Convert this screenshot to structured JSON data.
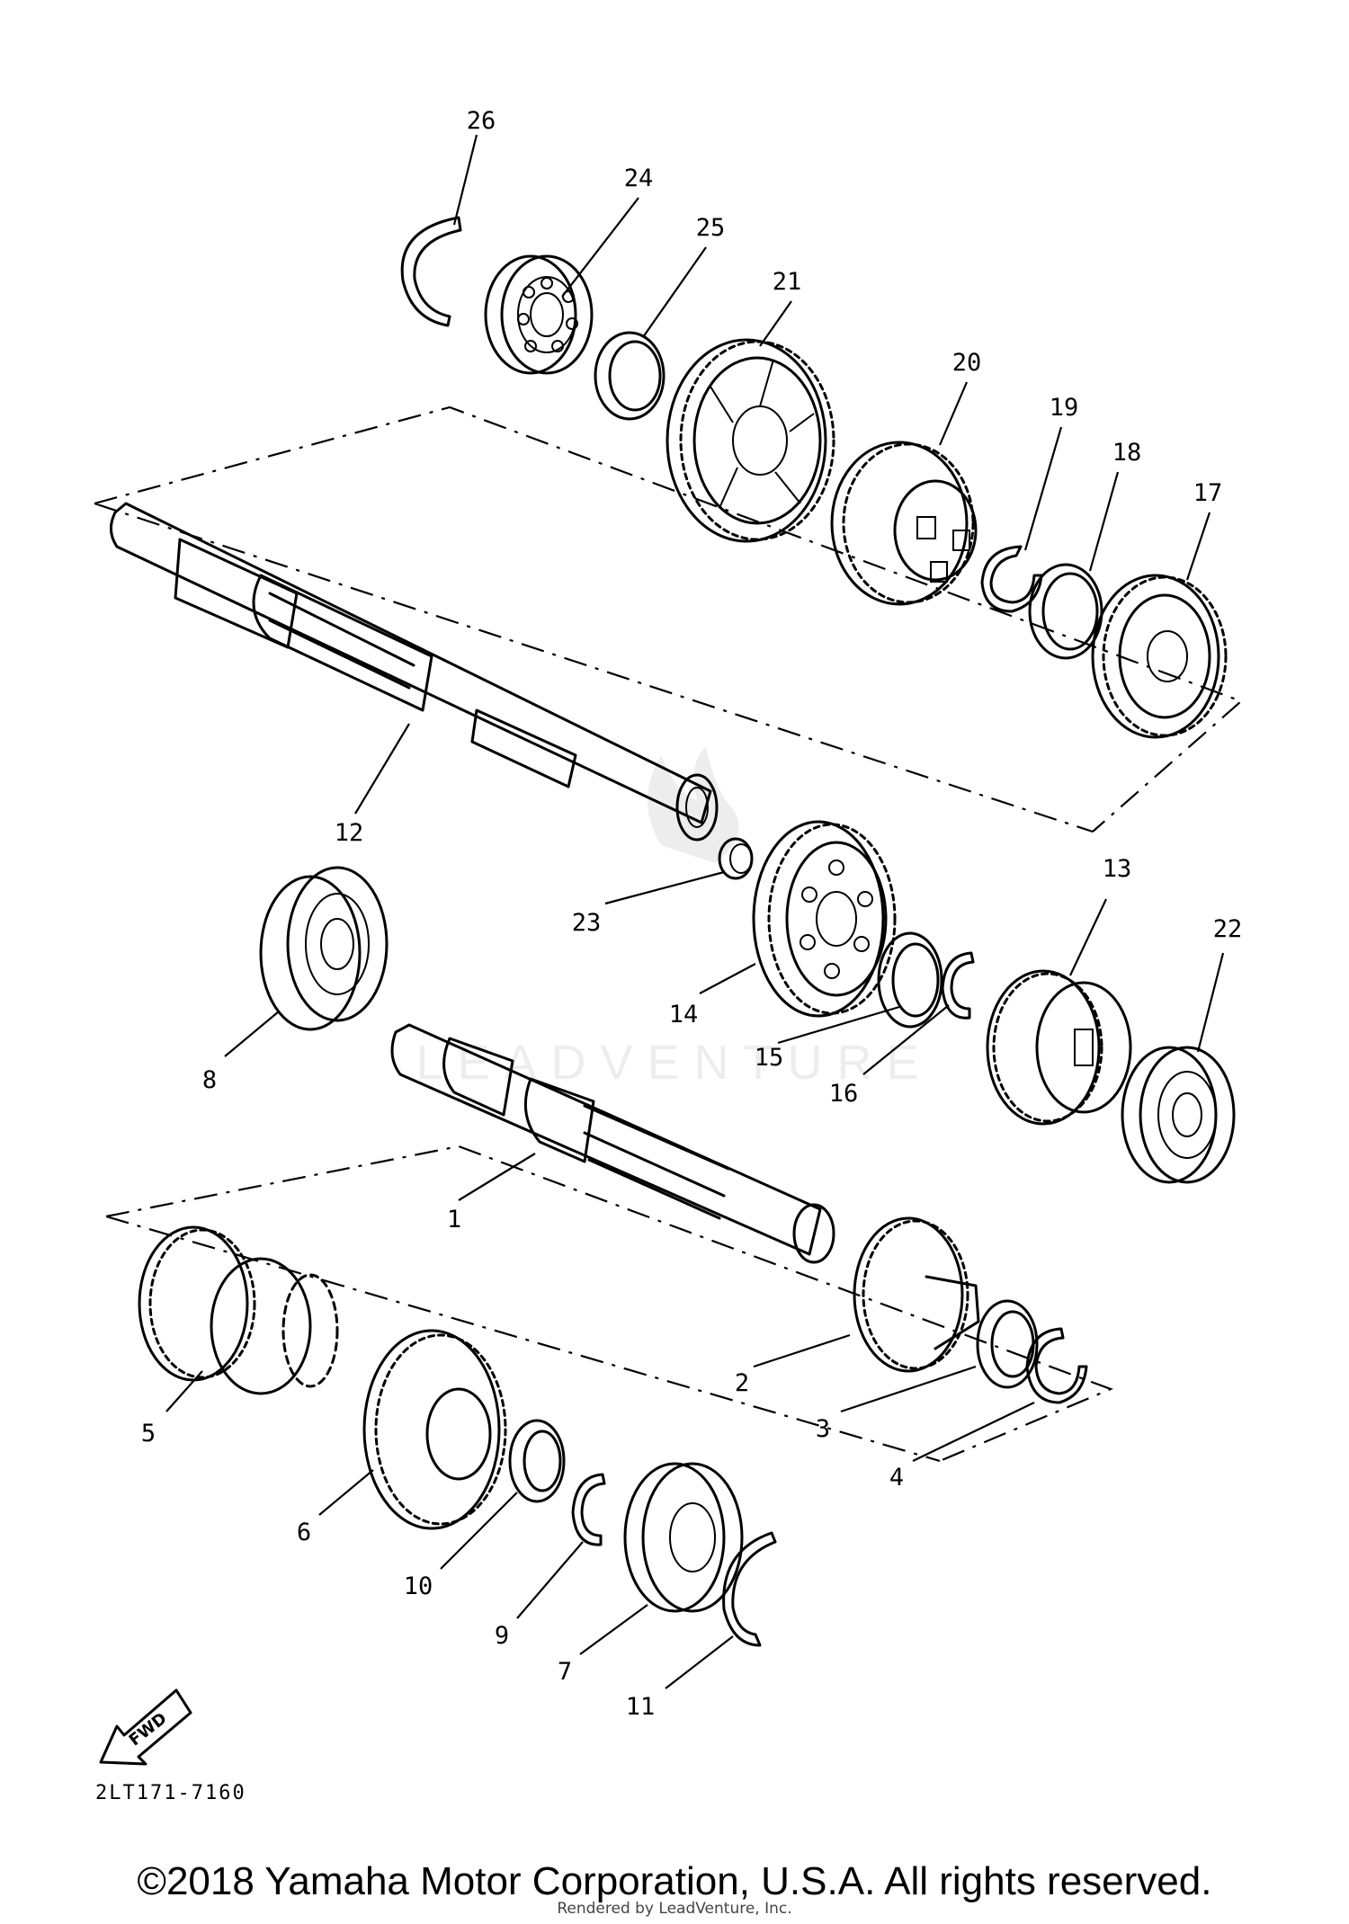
{
  "diagram": {
    "drawing_code": "2LT171-7160",
    "fwd_label": "FWD",
    "watermark_text": "LEADVENTURE",
    "callouts": [
      "1",
      "2",
      "3",
      "4",
      "5",
      "6",
      "7",
      "8",
      "9",
      "10",
      "11",
      "12",
      "13",
      "14",
      "15",
      "16",
      "17",
      "18",
      "19",
      "20",
      "21",
      "22",
      "23",
      "24",
      "25",
      "26"
    ]
  },
  "footer": {
    "copyright": "©2018 Yamaha Motor Corporation, U.S.A. All rights reserved.",
    "rendered_by": "Rendered by LeadVenture, Inc."
  }
}
